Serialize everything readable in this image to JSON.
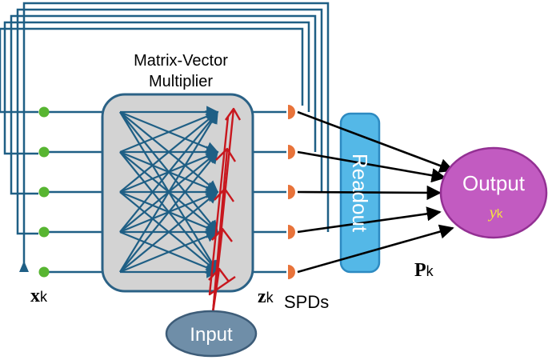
{
  "colors": {
    "wire": "#1f5f85",
    "node": "#57b531",
    "detector": "#e8733a",
    "red": "#c8171e",
    "mvm_fill": "#d3d3d3",
    "mvm_border": "#2b6286",
    "readout_fill": "#54b8e7",
    "readout_border": "#2d8ac1",
    "output_fill": "#c25bc1",
    "output_border": "#933093",
    "yk_color": "#f5e43c",
    "input_fill": "#6f8ea8",
    "input_border": "#3d5c78"
  },
  "labels": {
    "mvm_line1": "Matrix-Vector",
    "mvm_line2": "Multiplier",
    "readout": "Readout",
    "output": "Output",
    "yk_main": "y",
    "yk_sub": "k",
    "input": "Input",
    "xk_main": "x",
    "xk_sub": "k",
    "zk_main": "z",
    "zk_sub": "k",
    "spds": "SPDs",
    "pk_main": "P",
    "pk_sub": "k"
  },
  "icons": {
    "input_node": "green-dot",
    "detector": "half-disk-detector",
    "connection": "arrow"
  },
  "layers": {
    "input_nodes": 5,
    "detectors": 5
  }
}
